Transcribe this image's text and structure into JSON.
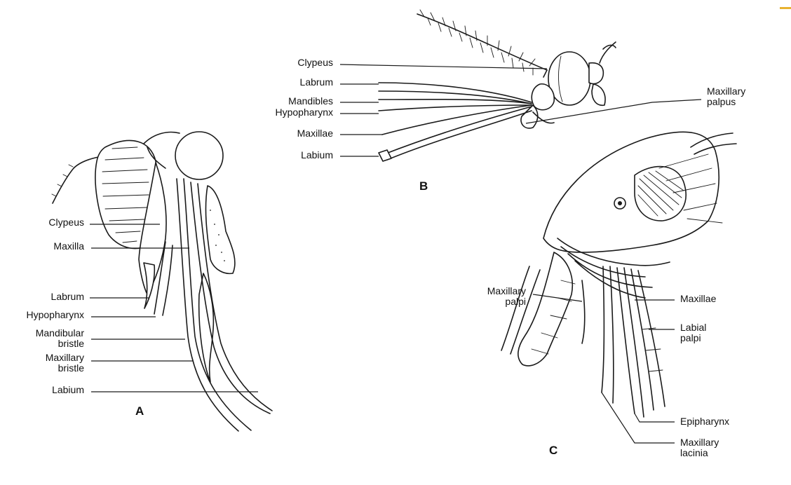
{
  "accent_color": "#e8b230",
  "panels": {
    "A": {
      "letter": "A",
      "labels": {
        "clypeus": "Clypeus",
        "maxilla": "Maxilla",
        "labrum": "Labrum",
        "hypopharynx": "Hypopharynx",
        "mandibular_bristle": "Mandibular\nbristle",
        "maxillary_bristle": "Maxillary\nbristle",
        "labium": "Labium"
      }
    },
    "B": {
      "letter": "B",
      "labels": {
        "clypeus": "Clypeus",
        "labrum": "Labrum",
        "mandibles": "Mandibles",
        "hypopharynx": "Hypopharynx",
        "maxillae": "Maxillae",
        "labium": "Labium",
        "maxillary_palpus": "Maxillary\npalpus"
      }
    },
    "C": {
      "letter": "C",
      "labels": {
        "maxillary_palpi": "Maxillary\npalpi",
        "maxillae": "Maxillae",
        "labial_palpi": "Labial\npalpi",
        "epipharynx": "Epipharynx",
        "maxillary_lacinia": "Maxillary\nlacinia"
      }
    }
  }
}
